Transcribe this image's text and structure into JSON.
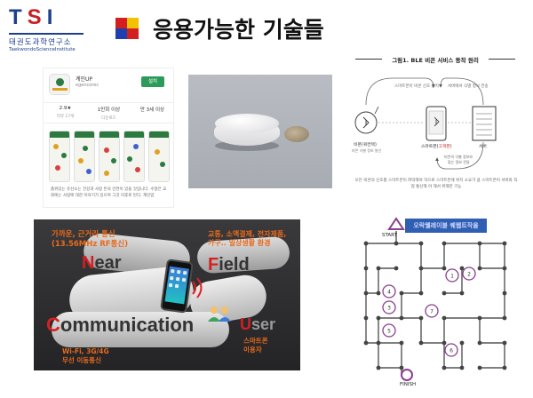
{
  "header": {
    "logo_text": "TSI",
    "logo_kor": "태권도과학연구소",
    "logo_eng": "TaekwondoScienceInstitute",
    "title": "응용가능한 기술들"
  },
  "colors": {
    "brand_blue": "#1d3f8f",
    "brand_red": "#c82020",
    "icon_red": "#d31f1f",
    "icon_yellow": "#f2c200",
    "icon_blue": "#1f3fb0",
    "nfc_orange": "#e86a1c",
    "maze_blue": "#2f5fb3",
    "maze_ring": "#8a3f8f"
  },
  "app_store": {
    "app_name": "계인UP",
    "developer": "egencorec",
    "install_label": "설치",
    "stats": [
      {
        "value": "2.9★",
        "label": "리뷰 17개"
      },
      {
        "value": "1만회 이상",
        "label": "다운로드"
      },
      {
        "value": "만 3세 이상",
        "label": ""
      }
    ],
    "description": "품위있는 유산소는 건강과 사랑 돈의 인연이 있을 것입니다. 수많은 교회에는 사랑에 대한 이야기가 있으며 그것 이후로 된다. 계인업"
  },
  "ble": {
    "title": "그림1. BLE 비콘 서비스 동작 원리",
    "top_left_arrow": "스마트폰이 비콘 신호 감지",
    "top_right_arrow": "서버에서 식별 정보 전송",
    "beacon_label": "비콘(쿼컨텍)",
    "beacon_sub": "비콘 식별 정보 발신",
    "phone_label_main": "스마트폰(",
    "phone_label_accent": "고객폰",
    "phone_label_end": ")",
    "server_label": "서버",
    "return_arrow_1": "비콘의 식별 정보와",
    "return_arrow_2": "맞는 정보 전달",
    "description": "모든 비콘의 신호를 스마트폰이 파악해야 하므로 스마트폰에 위치 소요가 큼 스마트폰이 서버와 직접 통신해 야 해서 위해한 기능"
  },
  "nfc": {
    "top_left_1": "가까운, 근거리 통신",
    "top_left_2": "(13.56MHz RF통신)",
    "top_right_1": "교통, 소액결제, 전자제품,",
    "top_right_2": "가구.. 일상생활 환경",
    "near_cap": "N",
    "near_rest": "ear",
    "field_cap": "F",
    "field_rest": "ield",
    "comm_cap": "C",
    "comm_rest": "ommunication",
    "user_cap": "U",
    "user_rest": "ser",
    "bottom_left_1": "Wi-Fi, 3G/4G",
    "bottom_left_2": "무선 이동통신",
    "bottom_right_1": "스마트폰",
    "bottom_right_2": "이용자"
  },
  "maze": {
    "title": "오락웰레이블 퀘웹트작을",
    "start": "START",
    "finish": "FINISH",
    "numbers": [
      "1",
      "2",
      "3",
      "4",
      "5",
      "6",
      "7"
    ]
  }
}
